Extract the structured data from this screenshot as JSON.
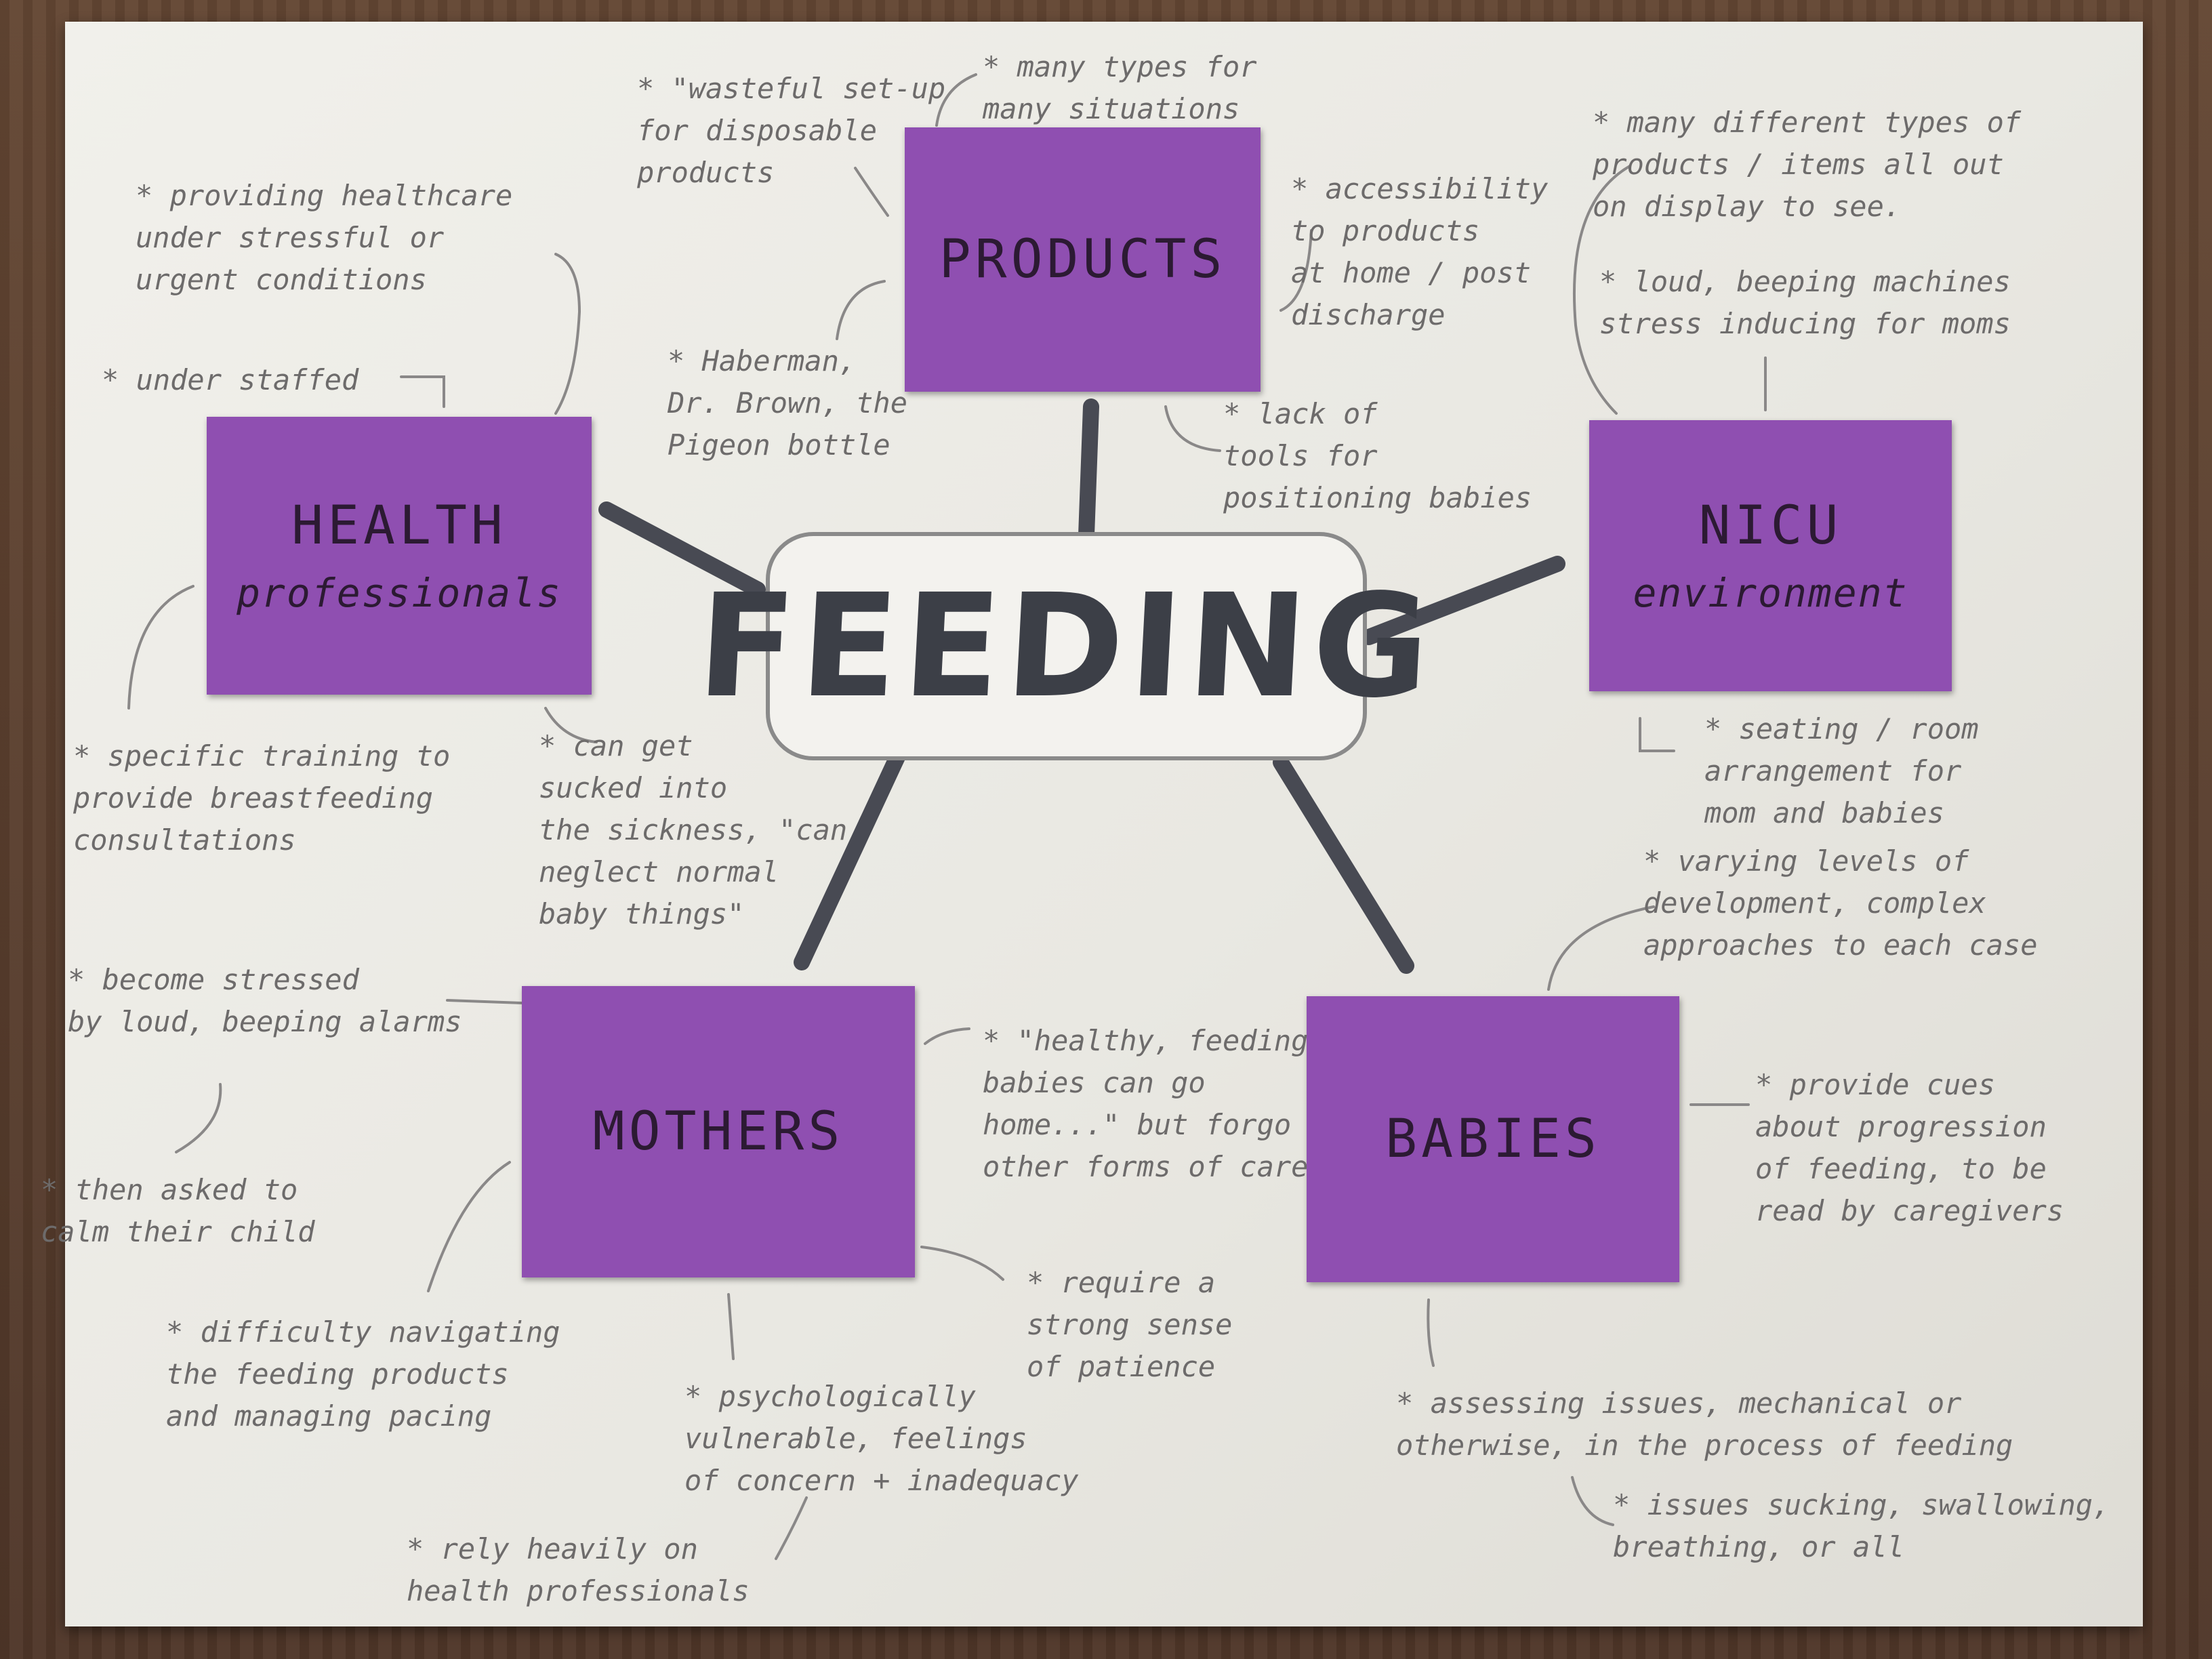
{
  "center": {
    "title": "FEEDING"
  },
  "notes": {
    "products": {
      "label": "PRODUCTS"
    },
    "health": {
      "line1": "HEALTH",
      "line2": "professionals"
    },
    "nicu": {
      "line1": "NICU",
      "line2": "environment"
    },
    "mothers": {
      "label": "MOTHERS"
    },
    "babies": {
      "label": "BABIES"
    }
  },
  "annotations": {
    "wasteful": "* \"wasteful set-up\nfor disposable\nproducts",
    "many_types": "* many types for\nmany situations",
    "accessibility": "* accessibility\nto products\nat home / post\ndischarge",
    "haberman": "* Haberman,\nDr. Brown, the\nPigeon bottle",
    "lack_tools": "* lack of\ntools for\npositioning babies",
    "providing": "* providing healthcare\nunder stressful or\nurgent conditions",
    "understaffed": "* under staffed",
    "specific": "* specific training to\nprovide breastfeeding\nconsultations",
    "sucked": "* can get\nsucked into\nthe sickness, \"can\nneglect normal\nbaby things\"",
    "many_products": "* many different types of\nproducts / items all out\non display to see.",
    "loud_machines": "* loud, beeping machines\nstress inducing for moms",
    "seating": "* seating / room\narrangement for\nmom and babies",
    "varying": "* varying levels of\ndevelopment, complex\napproaches to each case",
    "become_stressed": "* become stressed\nby loud, beeping alarms",
    "calm": "* then asked to\ncalm their child",
    "healthy": "* \"healthy, feeding\nbabies can go\nhome...\" but forgo\nother forms of care",
    "provide_cues": "* provide cues\nabout progression\nof feeding, to be\nread by caregivers",
    "patience": "* require a\nstrong sense\nof patience",
    "difficulty": "* difficulty navigating\nthe feeding products\nand managing pacing",
    "psych": "* psychologically\nvulnerable, feelings\nof concern + inadequacy",
    "assessing": "* assessing issues, mechanical or\notherwise, in the process of feeding",
    "rely": "* rely heavily on\nhealth professionals",
    "issues": "* issues sucking, swallowing,\nbreathing, or all"
  },
  "colors": {
    "note": "#8f4fb1",
    "ink": "#3c3f47",
    "pencil": "#6d6b6b",
    "paper": "#eeede8"
  }
}
